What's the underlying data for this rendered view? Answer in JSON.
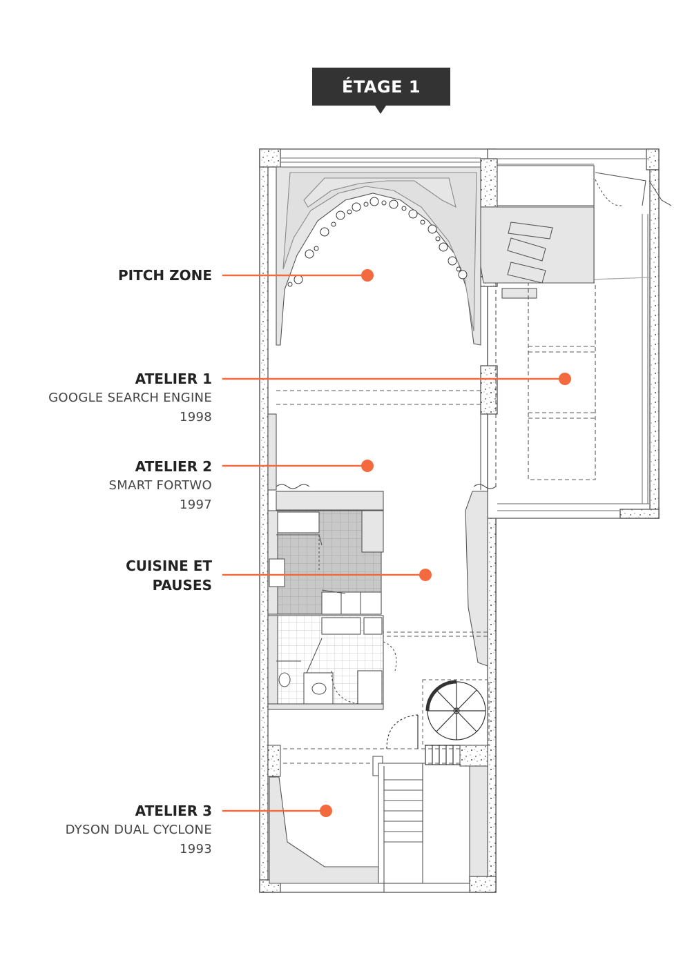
{
  "title": "ÉTAGE 1",
  "accent_color": "#f26a3d",
  "zones": [
    {
      "name": "PITCH ZONE",
      "sub": "",
      "year": ""
    },
    {
      "name": "ATELIER 1",
      "sub": "GOOGLE SEARCH ENGINE",
      "year": "1998"
    },
    {
      "name": "ATELIER 2",
      "sub": "SMART FORTWO",
      "year": "1997"
    },
    {
      "name": "CUISINE ET",
      "sub": "PAUSES",
      "year": ""
    },
    {
      "name": "ATELIER 3",
      "sub": "DYSON DUAL CYCLONE",
      "year": "1993"
    }
  ]
}
